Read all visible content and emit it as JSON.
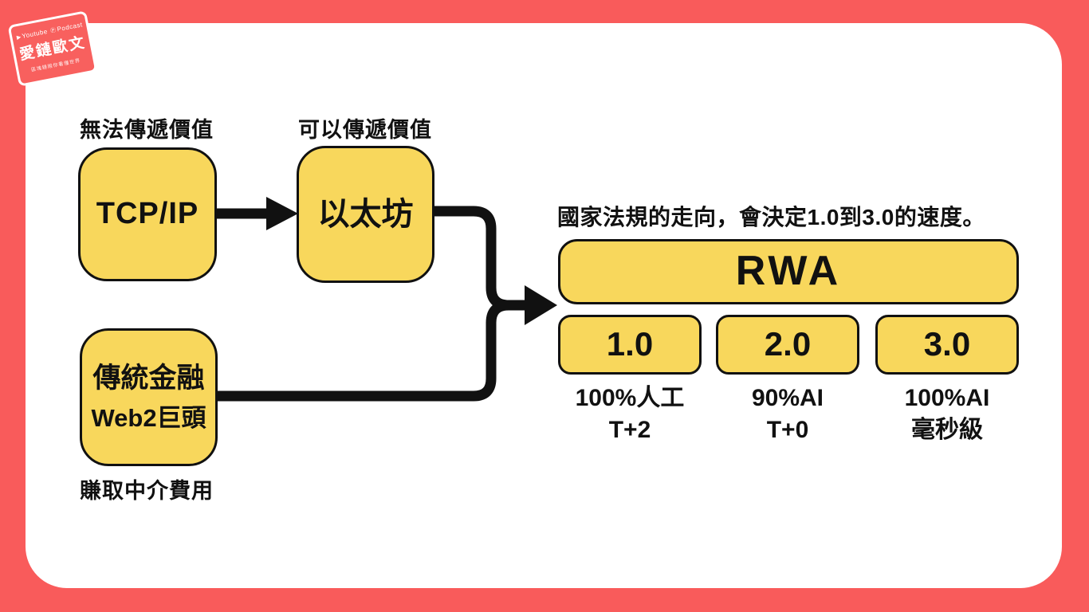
{
  "colors": {
    "background": "#f95b5b",
    "card": "#ffffff",
    "box-fill": "#f8d75c",
    "ink": "#111111",
    "badge-bg": "#f8605e"
  },
  "badge": {
    "icons": {
      "youtube": "▶",
      "podcast": "Ⓟ"
    },
    "platform_left": "Youtube",
    "platform_right": "Podcast",
    "title": "愛鏈歐文",
    "tagline": "區塊鏈陪你看懂世界"
  },
  "flow": {
    "tcpip": {
      "caption_top": "無法傳遞價值",
      "label": "TCP/IP"
    },
    "ethereum": {
      "caption_top": "可以傳遞價值",
      "label": "以太坊"
    },
    "tradfi": {
      "label_line1": "傳統金融",
      "label_line2": "Web2巨頭",
      "caption_bottom": "賺取中介費用"
    }
  },
  "rwa": {
    "caption": "國家法規的走向，會決定1.0到3.0的速度。",
    "title": "RWA",
    "stages": [
      {
        "label": "1.0",
        "line1": "100%人工",
        "line2": "T+2"
      },
      {
        "label": "2.0",
        "line1": "90%AI",
        "line2": "T+0"
      },
      {
        "label": "3.0",
        "line1": "100%AI",
        "line2": "毫秒級"
      }
    ]
  }
}
